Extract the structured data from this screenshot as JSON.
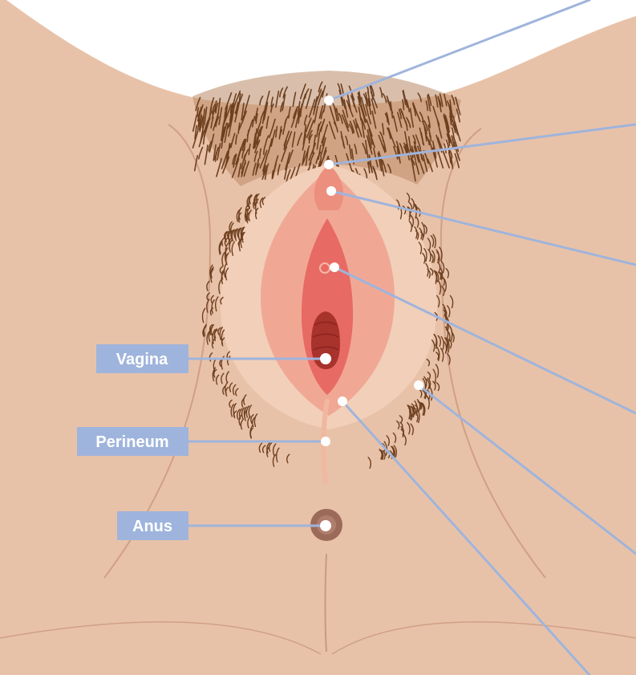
{
  "labels": {
    "vagina": "Vagina",
    "perineum": "Perineum",
    "anus": "Anus"
  },
  "colors": {
    "background": "#ffffff",
    "skin": "#e8c2a8",
    "skin_shadow": "#d4a88c",
    "pubic_hair": "#7a4a28",
    "labia_outer": "#f0b8a0",
    "labia_inner": "#ec8f7e",
    "vestibule": "#e86a64",
    "vaginal_opening": "#a8322c",
    "anus": "#9c6a58",
    "leader_line": "#9fb4dc",
    "label_box": "#9fb4dc",
    "label_text": "#ffffff",
    "marker_dot": "#ffffff"
  }
}
